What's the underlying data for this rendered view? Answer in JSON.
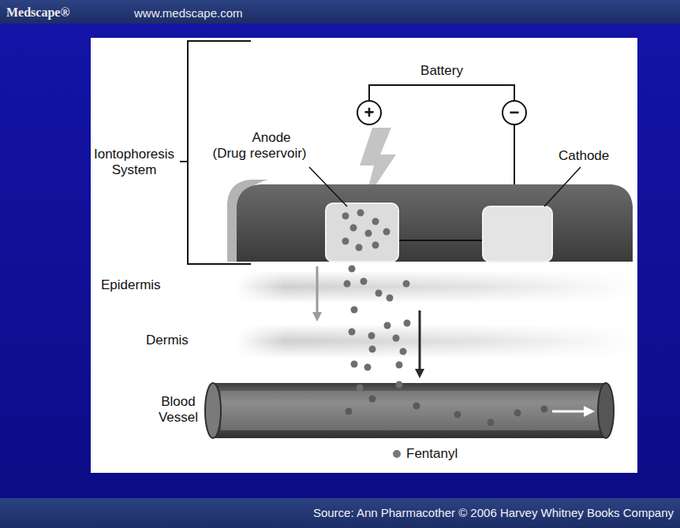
{
  "diagram": {
    "caption": "Source: Ann Pharmacother © 2006 Harvey Whitney Books Company",
    "nodes": [
      {
        "text": [
          "+"
        ]
      },
      {
        "text": [
          "−"
        ]
      }
    ],
    "edges": [
      {
        "from": 0,
        "to": 1,
        "arrow": "none",
        "label": "Battery"
      }
    ],
    "labels": [
      "Medscape®",
      "www.medscape.com",
      "Iontophoresis System",
      "Anode (Drug reservoir)",
      "Cathode",
      "Epidermis",
      "Dermis",
      "Blood Vessel"
    ],
    "legend": [
      {
        "text": "Fentanyl",
        "color": "#777777"
      }
    ]
  }
}
